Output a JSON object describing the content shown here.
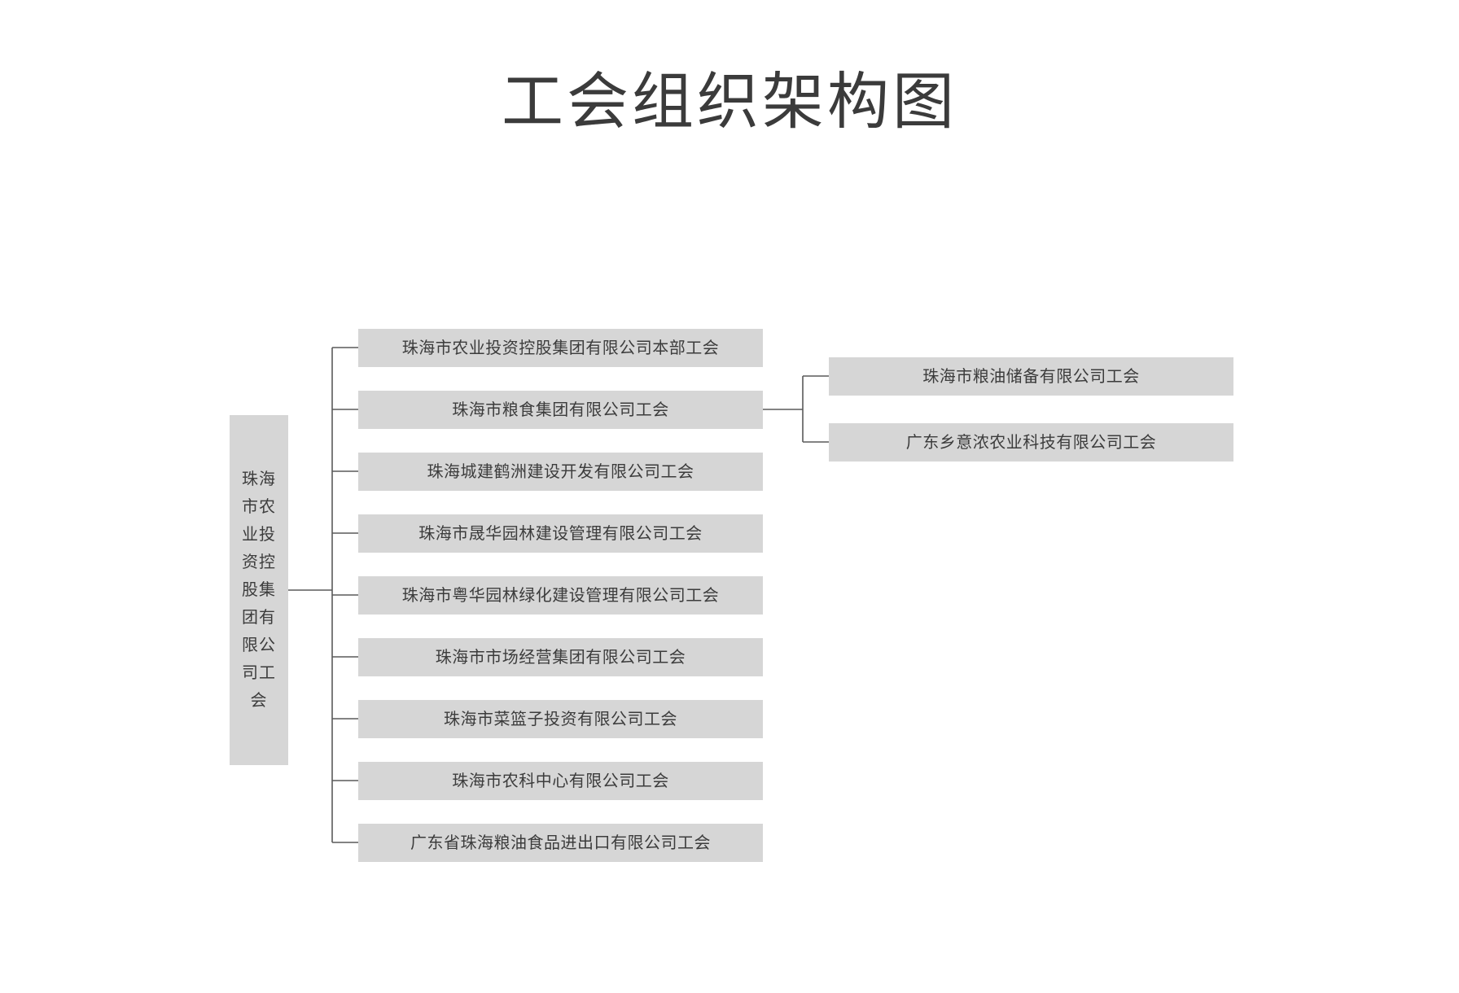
{
  "page": {
    "title": "工会组织架构图",
    "background_color": "#ffffff",
    "node_fill_color": "#d6d6d6",
    "text_color": "#3c3c3c",
    "connector_color": "#5a5a5a"
  },
  "chart_data": {
    "type": "org-chart",
    "title": "工会组织架构图",
    "orientation": "left-to-right",
    "root": {
      "id": "root",
      "label": "珠海市农业投资控股集团有限公司工会"
    },
    "level1": [
      {
        "id": "n1",
        "label": "珠海市农业投资控股集团有限公司本部工会",
        "children": []
      },
      {
        "id": "n2",
        "label": "珠海市粮食集团有限公司工会",
        "children": [
          "s1",
          "s2"
        ]
      },
      {
        "id": "n3",
        "label": "珠海城建鹤洲建设开发有限公司工会",
        "children": []
      },
      {
        "id": "n4",
        "label": "珠海市晟华园林建设管理有限公司工会",
        "children": []
      },
      {
        "id": "n5",
        "label": "珠海市粤华园林绿化建设管理有限公司工会",
        "children": []
      },
      {
        "id": "n6",
        "label": "珠海市市场经营集团有限公司工会",
        "children": []
      },
      {
        "id": "n7",
        "label": "珠海市菜篮子投资有限公司工会",
        "children": []
      },
      {
        "id": "n8",
        "label": "珠海市农科中心有限公司工会",
        "children": []
      },
      {
        "id": "n9",
        "label": "广东省珠海粮油食品进出口有限公司工会",
        "children": []
      }
    ],
    "level2": [
      {
        "id": "s1",
        "label": "珠海市粮油储备有限公司工会",
        "parent": "n2"
      },
      {
        "id": "s2",
        "label": "广东乡意浓农业科技有限公司工会",
        "parent": "n2"
      }
    ]
  }
}
